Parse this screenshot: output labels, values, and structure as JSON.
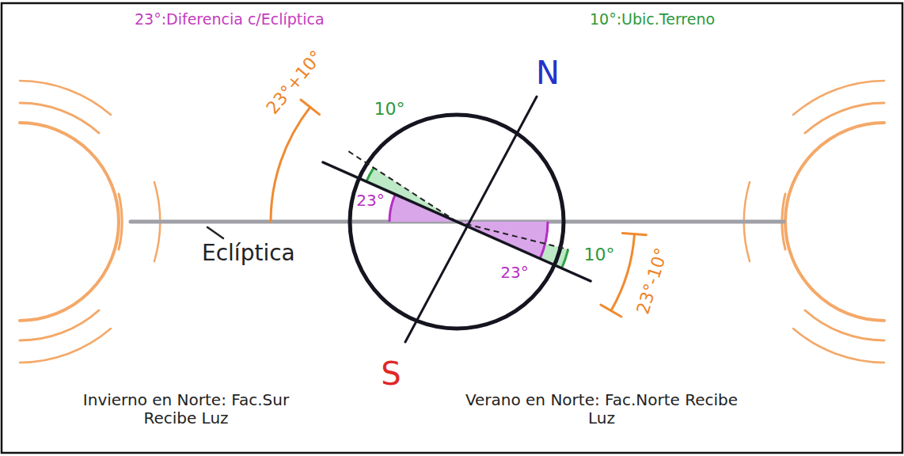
{
  "diagram": {
    "labels": [
      "23°:Diferencia c/Eclíptica",
      "10°:Ubic.Terreno",
      "23°+10°",
      "10°",
      "N",
      "23°",
      "Eclíptica",
      "23°",
      "10°",
      "23°-10°",
      "S",
      "Invierno en Norte: Fac.Sur Recibe Luz",
      "Verano en Norte: Fac.Norte Recibe Luz"
    ]
  }
}
